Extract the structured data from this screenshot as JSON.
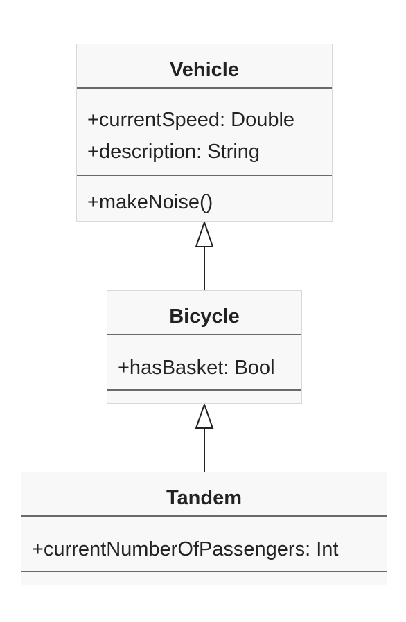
{
  "diagram": {
    "classes": [
      {
        "id": "vehicle",
        "name": "Vehicle",
        "attributes": [
          "+currentSpeed: Double",
          "+description: String"
        ],
        "methods": [
          "+makeNoise()"
        ]
      },
      {
        "id": "bicycle",
        "name": "Bicycle",
        "attributes": [
          "+hasBasket: Bool"
        ],
        "methods": []
      },
      {
        "id": "tandem",
        "name": "Tandem",
        "attributes": [
          "+currentNumberOfPassengers: Int"
        ],
        "methods": []
      }
    ],
    "relations": [
      {
        "type": "inheritance",
        "from": "Bicycle",
        "to": "Vehicle"
      },
      {
        "type": "inheritance",
        "from": "Tandem",
        "to": "Bicycle"
      }
    ],
    "colors": {
      "box_fill": "#f8f8f8",
      "box_border": "#d8d8d8",
      "divider": "#6a6a6a",
      "text": "#222222",
      "arrow": "#222222"
    }
  }
}
